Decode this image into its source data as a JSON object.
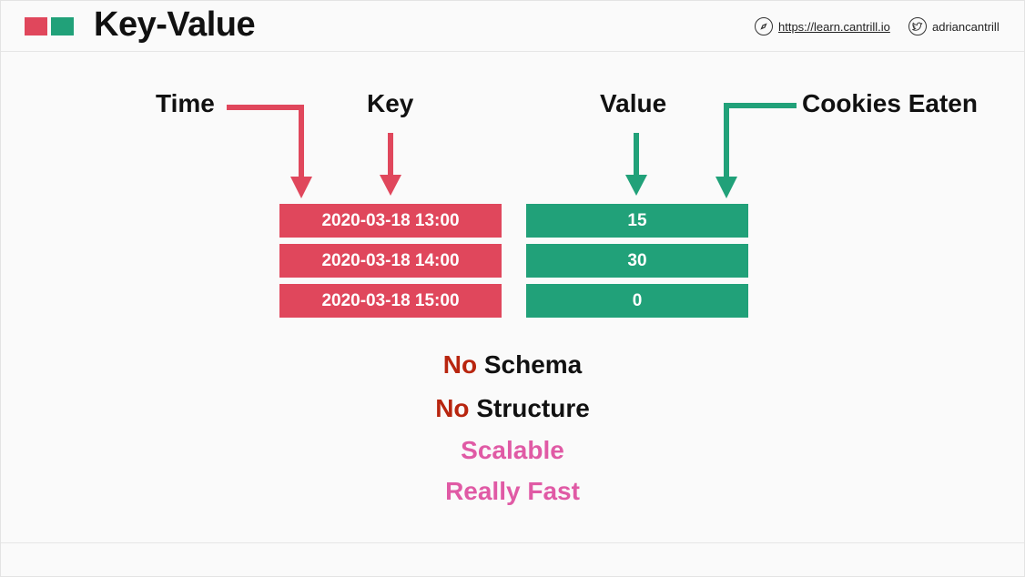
{
  "header": {
    "title": "Key-Value",
    "site_link": "https://learn.cantrill.io",
    "twitter_handle": "adriancantrill",
    "logo_colors": [
      "#e0475c",
      "#21a179"
    ]
  },
  "diagram": {
    "labels": {
      "time": "Time",
      "key": "Key",
      "value": "Value",
      "cookies": "Cookies Eaten"
    },
    "rows": [
      {
        "key": "2020-03-18 13:00",
        "value": "15"
      },
      {
        "key": "2020-03-18 14:00",
        "value": "30"
      },
      {
        "key": "2020-03-18 15:00",
        "value": "0"
      }
    ],
    "colors": {
      "key": "#e0475c",
      "value": "#21a179"
    }
  },
  "points": [
    {
      "prefix": "No",
      "text": "Schema"
    },
    {
      "prefix": "No",
      "text": "Structure"
    },
    {
      "prefix": "",
      "text": "Scalable"
    },
    {
      "prefix": "",
      "text": "Really Fast"
    }
  ],
  "icons": [
    "compass-icon",
    "twitter-bird-icon"
  ]
}
